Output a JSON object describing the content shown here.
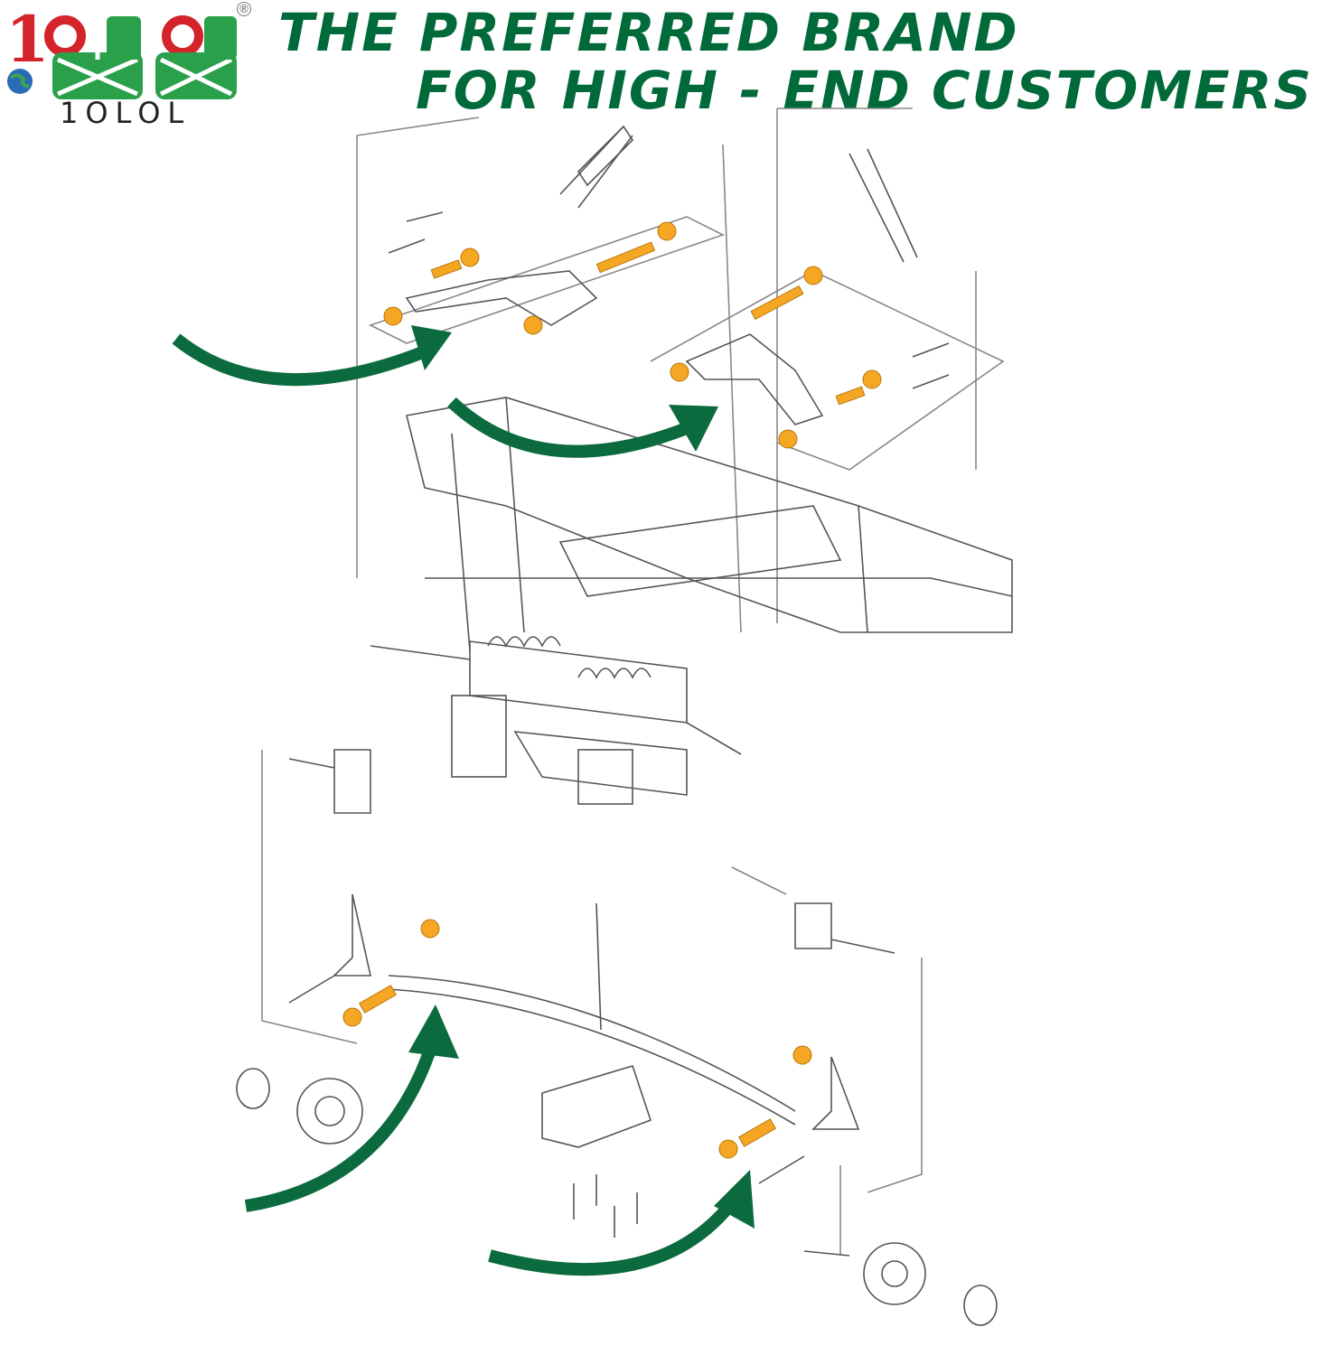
{
  "brand": {
    "logo_text": "1OLOL",
    "registered_mark": "®"
  },
  "headline": {
    "line1": "THE PREFERRED BRAND",
    "line2": "FOR HIGH - END CUSTOMERS"
  },
  "colors": {
    "headline_green": "#006a3a",
    "arrow_green": "#0b6a3e",
    "bushing_orange": "#f5a623",
    "logo_red": "#d4232b",
    "line_art": "#555555"
  },
  "diagram": {
    "subject": "golf cart front suspension exploded view",
    "highlighted_part_icon": "bushing-icon",
    "callout_arrow_count": 4
  }
}
